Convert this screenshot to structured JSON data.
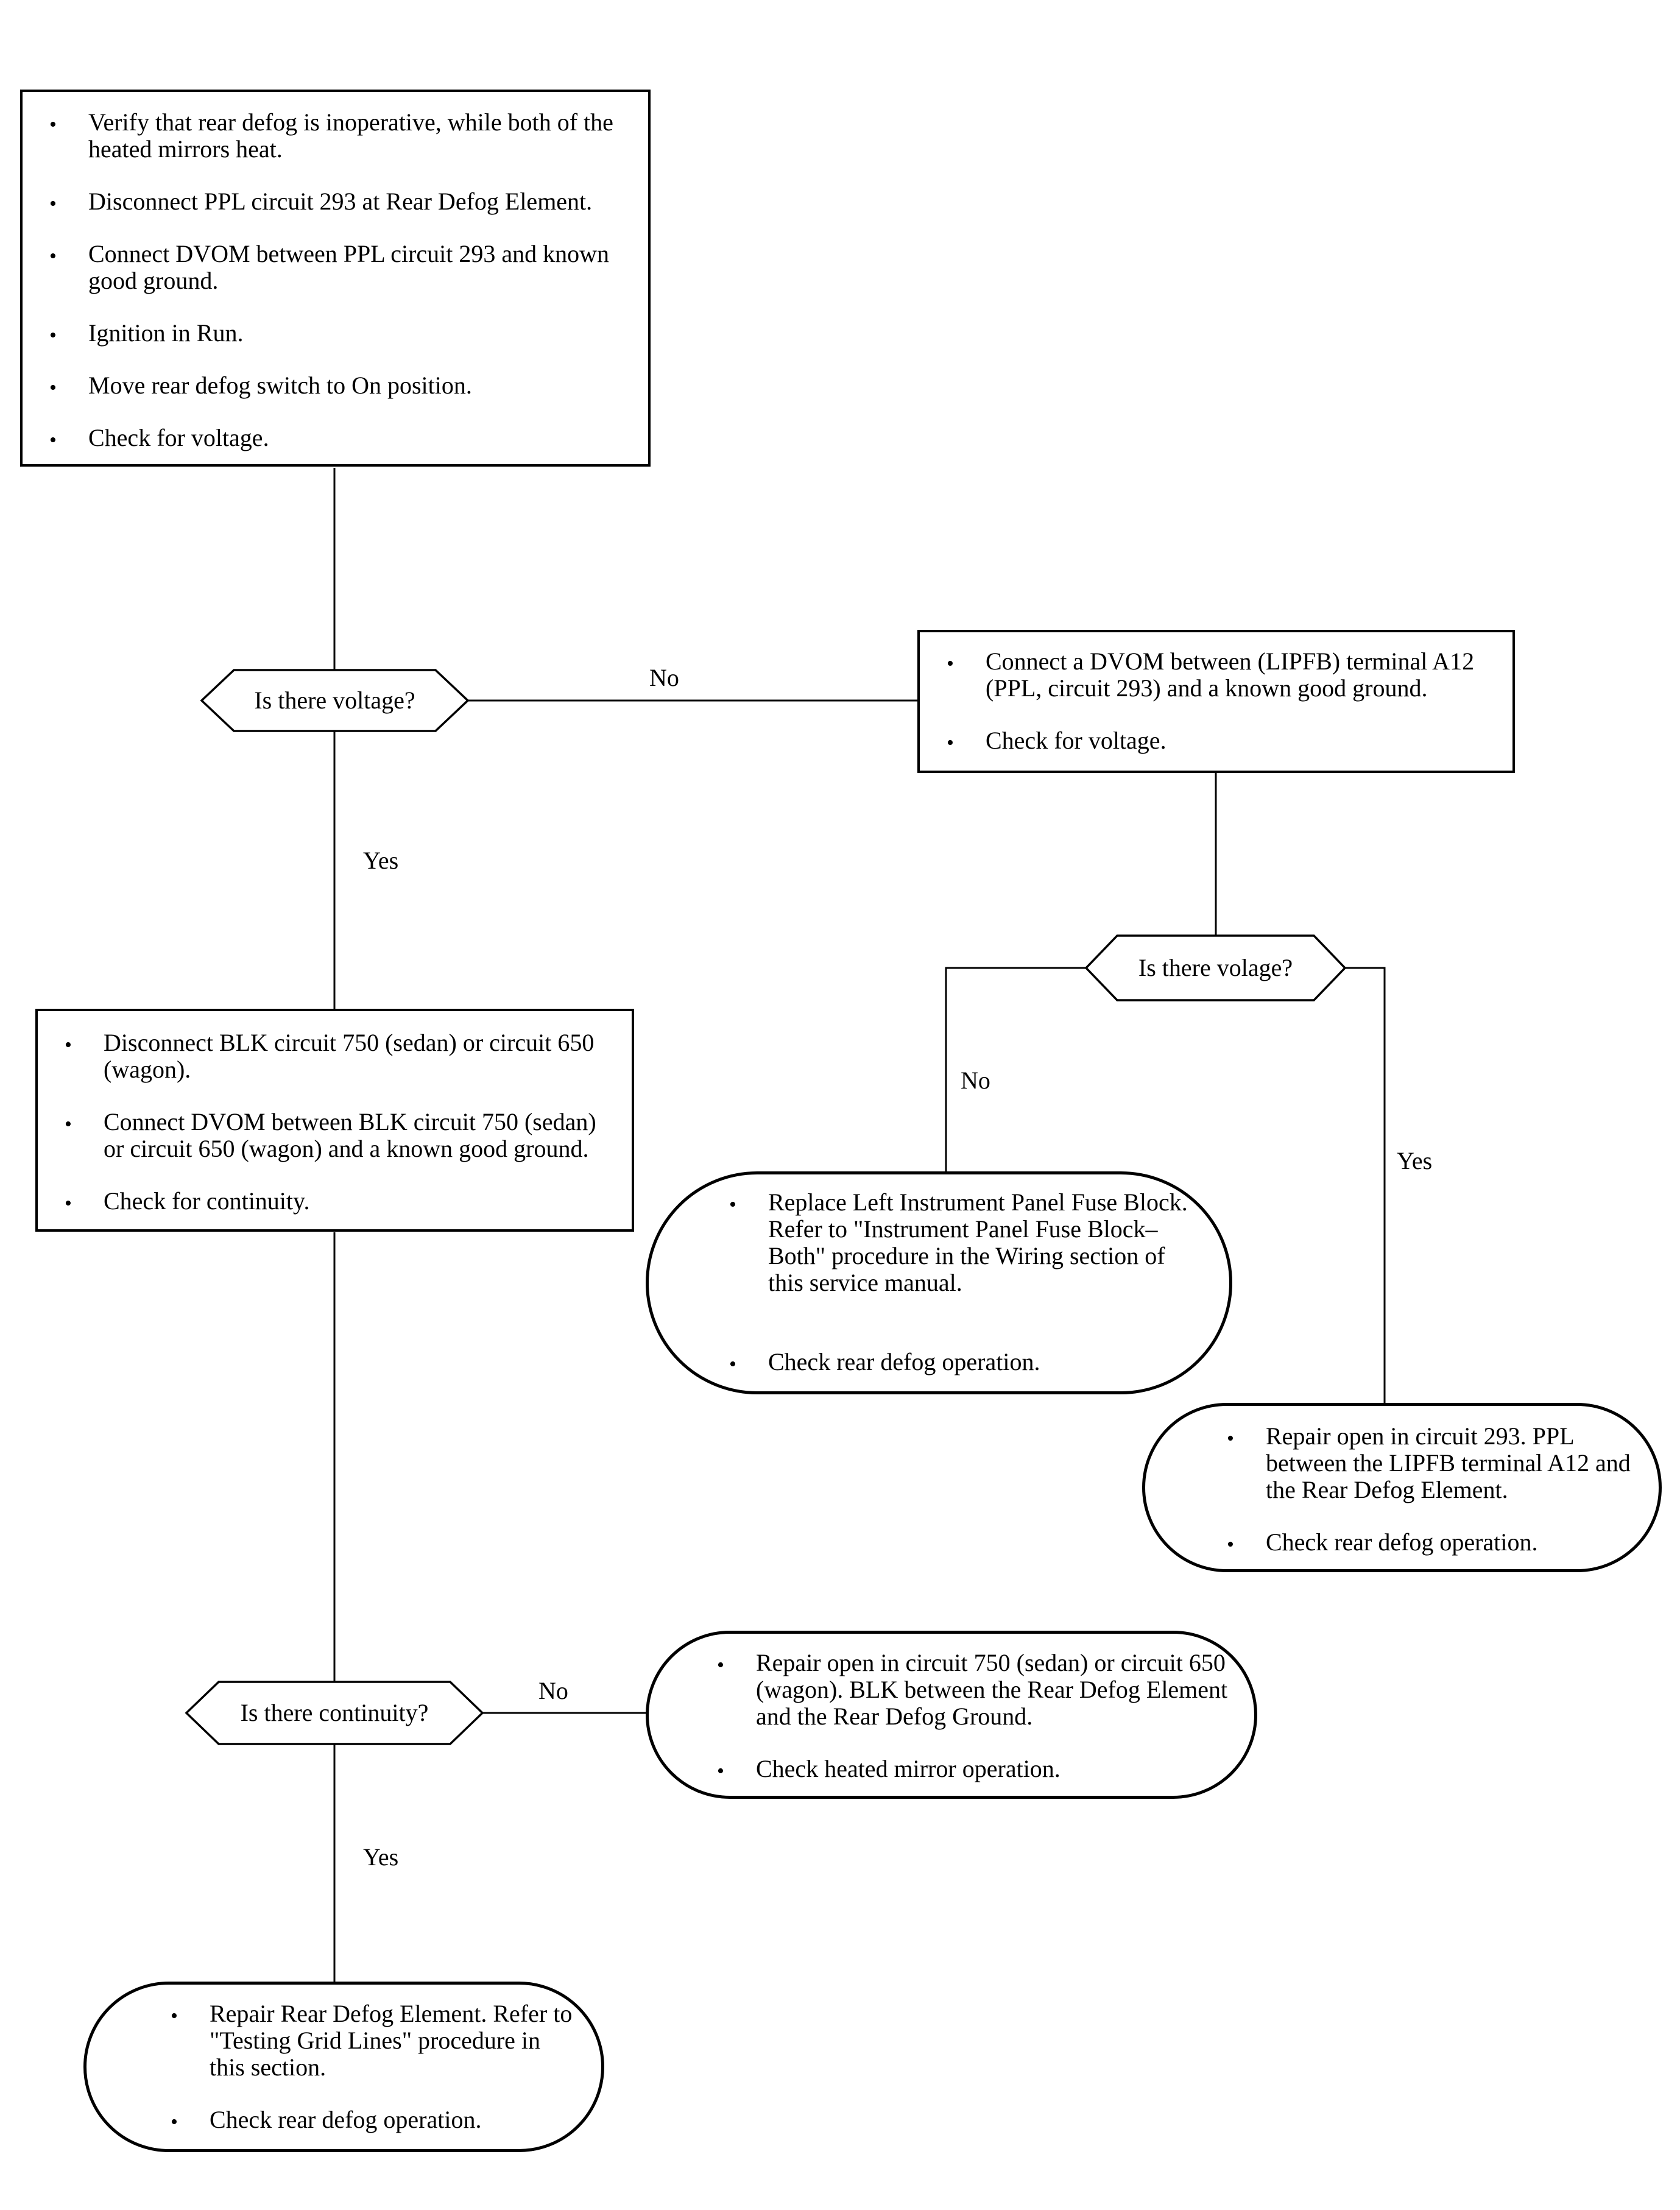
{
  "boxes": {
    "start": [
      "Verify that rear defog is inoperative, while both of the heated mirrors heat.",
      "Disconnect PPL circuit 293 at Rear Defog Element.",
      "Connect DVOM between PPL circuit 293 and known good ground.",
      "Ignition in Run.",
      "Move rear defog switch to On position.",
      "Check for voltage."
    ],
    "lipfb_check": [
      "Connect a DVOM between (LIPFB) terminal A12 (PPL, circuit 293) and a known good ground.",
      "Check for voltage."
    ],
    "ground_check": [
      "Disconnect BLK circuit 750 (sedan) or circuit 650 (wagon).",
      "Connect DVOM between BLK circuit 750 (sedan) or circuit 650 (wagon) and a known good ground.",
      "Check for continuity."
    ],
    "replace_fuse_block": [
      "Replace Left Instrument Panel Fuse Block. Refer to \"Instrument Panel Fuse Block–Both\" procedure in the Wiring section of this service manual.",
      "Check rear defog operation."
    ],
    "repair_293": [
      "Repair open in circuit 293. PPL between the LIPFB terminal A12 and the Rear Defog Element.",
      "Check rear defog operation."
    ],
    "repair_750": [
      "Repair open in circuit 750 (sedan) or circuit 650 (wagon). BLK between the Rear Defog Element and the Rear Defog Ground.",
      "Check heated mirror operation."
    ],
    "repair_element": [
      "Repair Rear Defog Element. Refer to \"Testing Grid Lines\" procedure in this section.",
      "Check rear defog operation."
    ]
  },
  "decisions": {
    "voltage": "Is there voltage?",
    "volage": "Is there volage?",
    "continuity": "Is there continuity?"
  },
  "edges": {
    "voltage_no": "No",
    "voltage_yes": "Yes",
    "volage_no": "No",
    "volage_yes": "Yes",
    "continuity_no": "No",
    "continuity_yes": "Yes"
  },
  "bullet": "•"
}
